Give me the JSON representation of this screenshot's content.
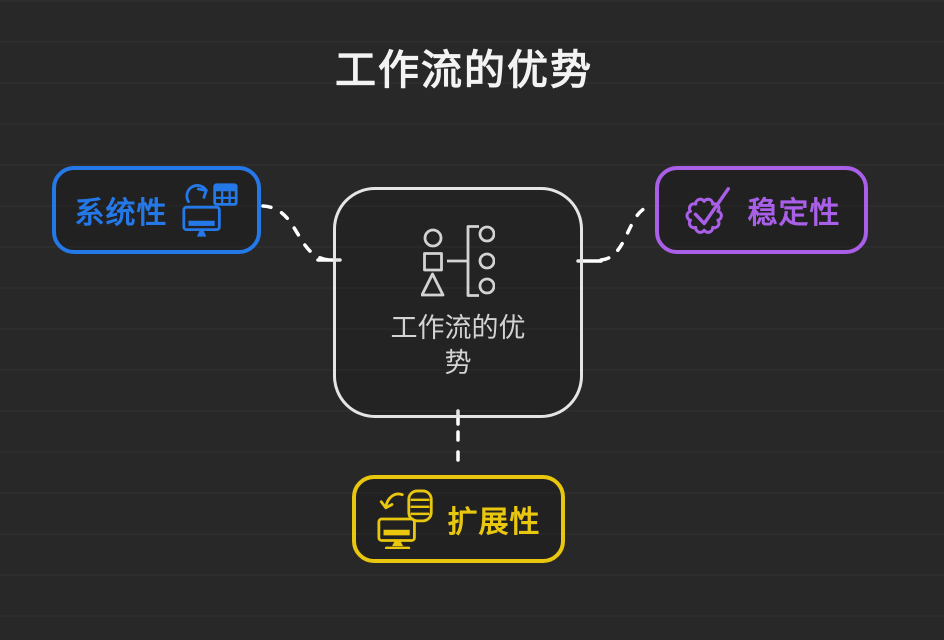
{
  "title": "工作流的优势",
  "center_node": {
    "label": "工作流的优势",
    "icon": "workflow-categorize-icon"
  },
  "branch_nodes": [
    {
      "id": "systematic",
      "label": "系统性",
      "color": "#2478E8",
      "icon": "monitor-sync-table-icon",
      "position": "left"
    },
    {
      "id": "stability",
      "label": "稳定性",
      "color": "#A95FE8",
      "icon": "verified-badge-check-icon",
      "position": "right"
    },
    {
      "id": "extensibility",
      "label": "扩展性",
      "color": "#E9C70F",
      "icon": "monitor-sync-database-icon",
      "position": "bottom"
    }
  ],
  "connectors": {
    "style": "dashed",
    "color": "#FFFFFF"
  },
  "colors": {
    "background": "#282828",
    "title_text": "#F3F3F3",
    "center_border": "#E5E5E5",
    "center_text": "#D3D3D3",
    "connector": "#FFFFFF"
  }
}
